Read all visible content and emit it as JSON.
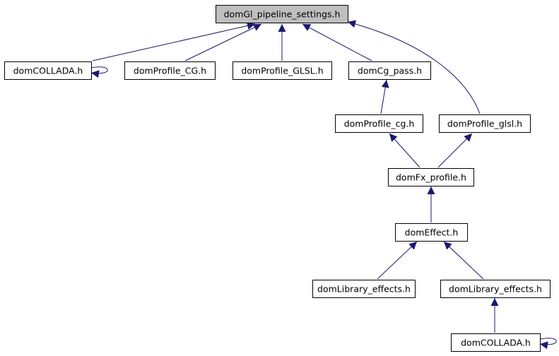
{
  "diagram": {
    "nodes": [
      {
        "id": "n0",
        "label": "domGl_pipeline_settings.h",
        "root": true
      },
      {
        "id": "n1",
        "label": "domCOLLADA.h"
      },
      {
        "id": "n2",
        "label": "domProfile_CG.h"
      },
      {
        "id": "n3",
        "label": "domProfile_GLSL.h"
      },
      {
        "id": "n4",
        "label": "domCg_pass.h"
      },
      {
        "id": "n5",
        "label": "domProfile_cg.h"
      },
      {
        "id": "n6",
        "label": "domProfile_glsl.h"
      },
      {
        "id": "n7",
        "label": "domFx_profile.h"
      },
      {
        "id": "n8",
        "label": "domEffect.h"
      },
      {
        "id": "n9",
        "label": "domLibrary_effects.h"
      },
      {
        "id": "n10",
        "label": "domLibrary_effects.h"
      },
      {
        "id": "n11",
        "label": "domCOLLADA.h"
      }
    ],
    "edges": [
      {
        "from": "n1",
        "to": "n0"
      },
      {
        "from": "n1",
        "to": "n1"
      },
      {
        "from": "n2",
        "to": "n0"
      },
      {
        "from": "n3",
        "to": "n0"
      },
      {
        "from": "n4",
        "to": "n0"
      },
      {
        "from": "n6",
        "to": "n0"
      },
      {
        "from": "n5",
        "to": "n4"
      },
      {
        "from": "n7",
        "to": "n5"
      },
      {
        "from": "n7",
        "to": "n6"
      },
      {
        "from": "n8",
        "to": "n7"
      },
      {
        "from": "n9",
        "to": "n8"
      },
      {
        "from": "n10",
        "to": "n8"
      },
      {
        "from": "n11",
        "to": "n10"
      },
      {
        "from": "n11",
        "to": "n11"
      }
    ],
    "colors": {
      "edge": "#191970",
      "root_fill": "#bfbfbf",
      "node_fill": "#ffffff",
      "border": "#000000"
    }
  }
}
